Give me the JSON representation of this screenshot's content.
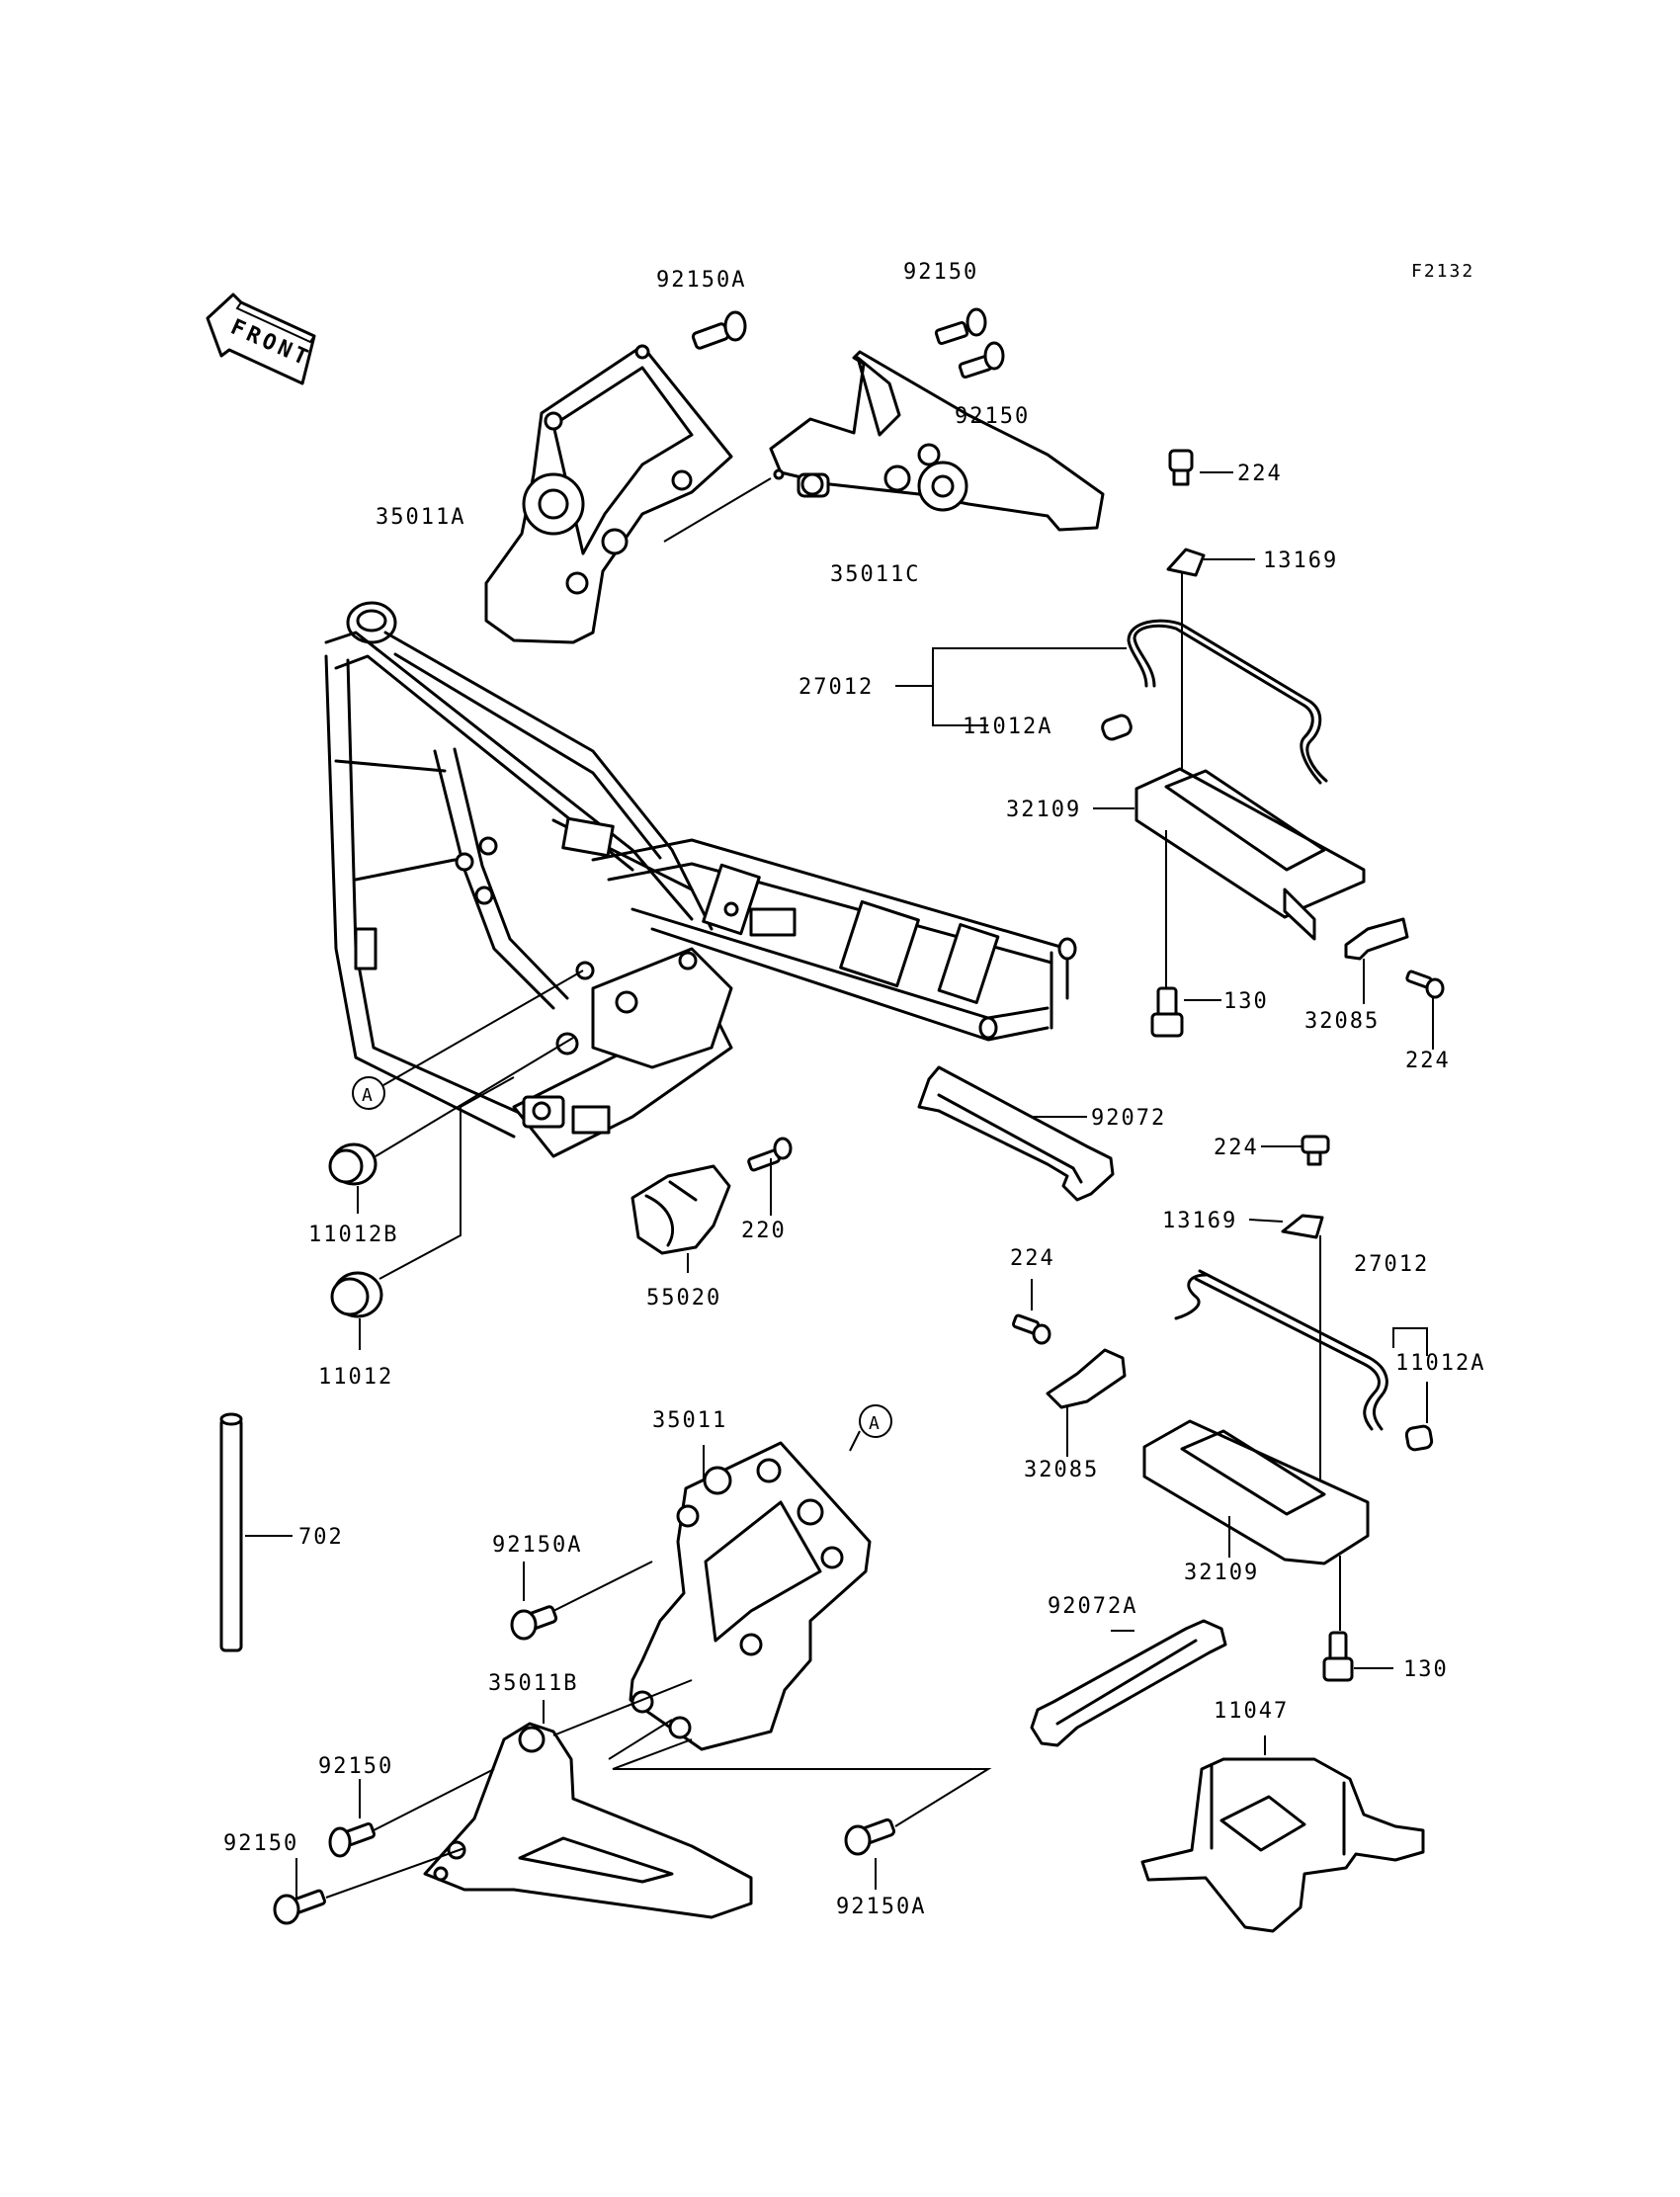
{
  "figure_id": "F2132",
  "front_label": "FRONT",
  "callouts": {
    "A1": "A",
    "A2": "A"
  },
  "parts": [
    {
      "key": "p_92150A_top",
      "label": "92150A"
    },
    {
      "key": "p_92150_top1",
      "label": "92150"
    },
    {
      "key": "p_92150_top2",
      "label": "92150"
    },
    {
      "key": "p_35011A",
      "label": "35011A"
    },
    {
      "key": "p_35011C",
      "label": "35011C"
    },
    {
      "key": "p_224_a",
      "label": "224"
    },
    {
      "key": "p_13169_a",
      "label": "13169"
    },
    {
      "key": "p_27012_a",
      "label": "27012"
    },
    {
      "key": "p_11012A_a",
      "label": "11012A"
    },
    {
      "key": "p_32109_a",
      "label": "32109"
    },
    {
      "key": "p_130_a",
      "label": "130"
    },
    {
      "key": "p_32085_a",
      "label": "32085"
    },
    {
      "key": "p_224_b",
      "label": "224"
    },
    {
      "key": "p_92072",
      "label": "92072"
    },
    {
      "key": "p_220",
      "label": "220"
    },
    {
      "key": "p_55020",
      "label": "55020"
    },
    {
      "key": "p_11012B",
      "label": "11012B"
    },
    {
      "key": "p_11012",
      "label": "11012"
    },
    {
      "key": "p_224_c",
      "label": "224"
    },
    {
      "key": "p_13169_b",
      "label": "13169"
    },
    {
      "key": "p_224_d",
      "label": "224"
    },
    {
      "key": "p_27012_b",
      "label": "27012"
    },
    {
      "key": "p_11012A_b",
      "label": "11012A"
    },
    {
      "key": "p_32085_b",
      "label": "32085"
    },
    {
      "key": "p_32109_b",
      "label": "32109"
    },
    {
      "key": "p_130_b",
      "label": "130"
    },
    {
      "key": "p_702",
      "label": "702"
    },
    {
      "key": "p_35011",
      "label": "35011"
    },
    {
      "key": "p_92150A_mid",
      "label": "92150A"
    },
    {
      "key": "p_35011B",
      "label": "35011B"
    },
    {
      "key": "p_92072A",
      "label": "92072A"
    },
    {
      "key": "p_11047",
      "label": "11047"
    },
    {
      "key": "p_92150_bot1",
      "label": "92150"
    },
    {
      "key": "p_92150_bot2",
      "label": "92150"
    },
    {
      "key": "p_92150A_bot",
      "label": "92150A"
    }
  ]
}
